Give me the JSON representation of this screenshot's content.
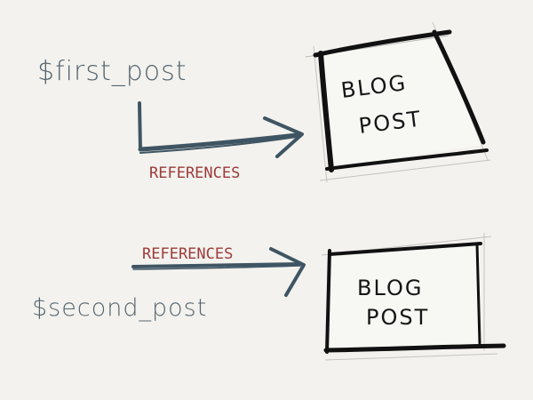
{
  "background": "#f3f2ee",
  "colors": {
    "variable_ink": "#55646e",
    "arrow_ink": "#3f5563",
    "reference_ink": "#9b3b3b",
    "box_ink": "#111111",
    "box_fill": "#f7f7f4"
  },
  "diagram": {
    "first": {
      "variable": "$first_post",
      "relation": "REFERENCES",
      "box_line1": "BLOG",
      "box_line2": "POST"
    },
    "second": {
      "variable": "$second_post",
      "relation": "REFERENCES",
      "box_line1": "BLOG",
      "box_line2": "POST"
    }
  }
}
